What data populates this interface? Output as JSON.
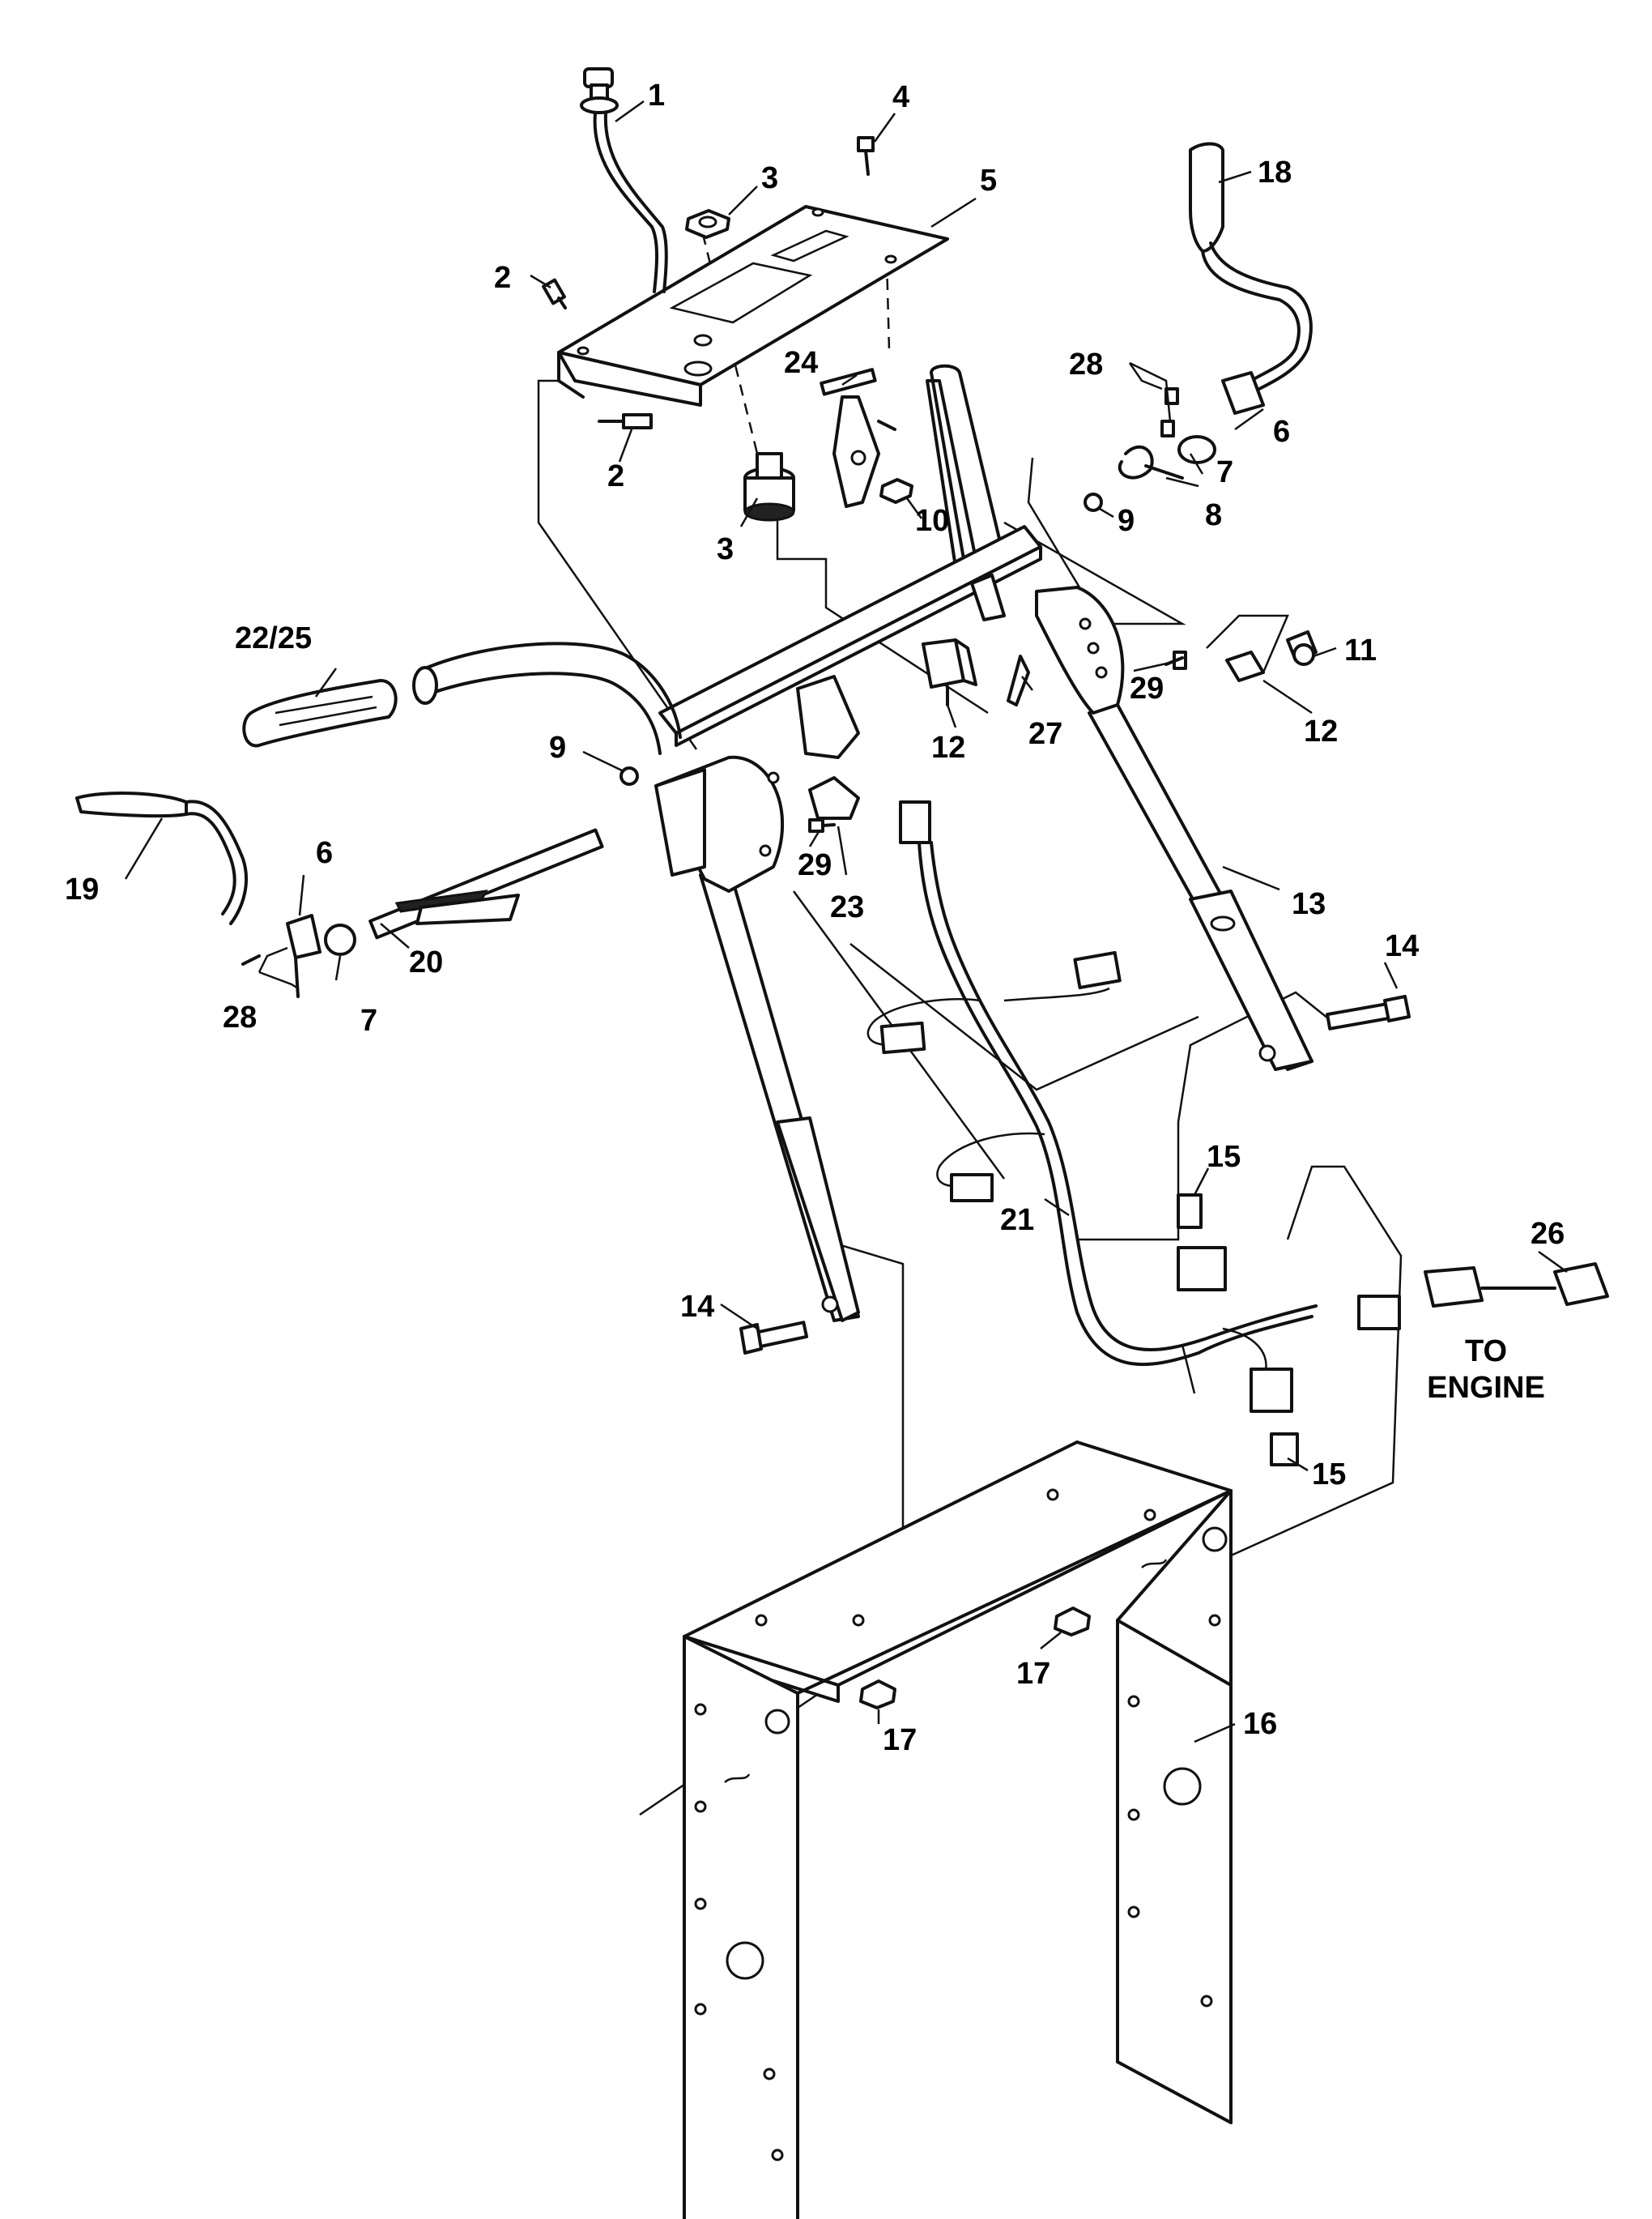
{
  "callouts": {
    "c1": "1",
    "c2a": "2",
    "c2b": "2",
    "c3a": "3",
    "c3b": "3",
    "c4": "4",
    "c5": "5",
    "c6a": "6",
    "c6b": "6",
    "c7a": "7",
    "c7b": "7",
    "c8": "8",
    "c9a": "9",
    "c9b": "9",
    "c10": "10",
    "c11": "11",
    "c12a": "12",
    "c12b": "12",
    "c13": "13",
    "c14a": "14",
    "c14b": "14",
    "c15a": "15",
    "c15b": "15",
    "c16": "16",
    "c17a": "17",
    "c17b": "17",
    "c18": "18",
    "c19": "19",
    "c20": "20",
    "c21": "21",
    "c22_25": "22/25",
    "c23": "23",
    "c24": "24",
    "c26": "26",
    "c27": "27",
    "c28a": "28",
    "c28b": "28",
    "c29a": "29",
    "c29b": "29"
  },
  "note": {
    "line1": "TO",
    "line2": "ENGINE"
  }
}
